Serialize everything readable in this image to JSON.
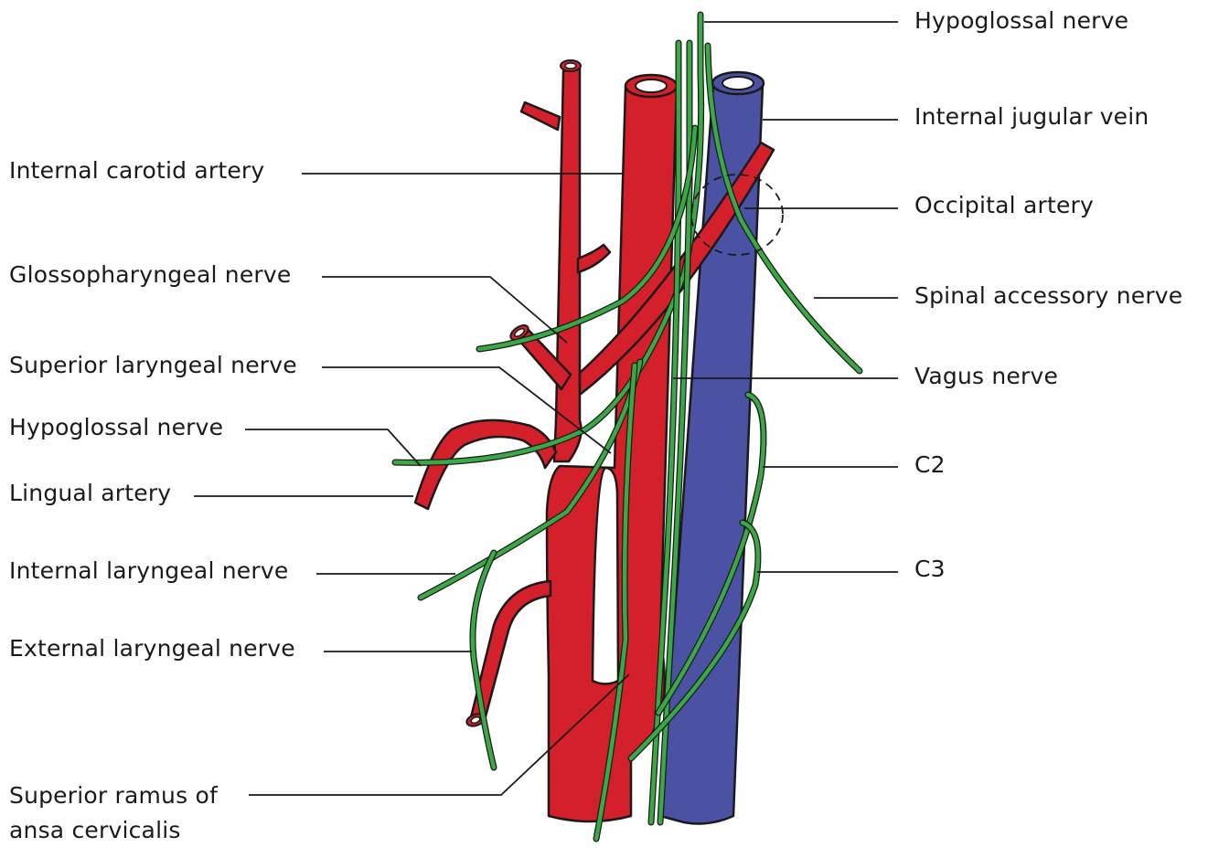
{
  "diagram": {
    "colors": {
      "artery": "#d4202a",
      "vein": "#4b52a3",
      "nerve": "#39a845",
      "outline": "#1a1a1a",
      "leader": "#1a1a1a"
    },
    "labels_left": {
      "internal_carotid_artery": "Internal carotid artery",
      "glossopharyngeal_nerve": "Glossopharyngeal nerve",
      "superior_laryngeal_nerve": "Superior laryngeal nerve",
      "hypoglossal_nerve": "Hypoglossal nerve",
      "lingual_artery": "Lingual artery",
      "internal_laryngeal_nerve": "Internal laryngeal nerve",
      "external_laryngeal_nerve": "External laryngeal nerve",
      "superior_ramus_ansa_cervicalis": "Superior ramus of\nansa cervicalis"
    },
    "labels_right": {
      "hypoglossal_nerve": "Hypoglossal nerve",
      "internal_jugular_vein": "Internal jugular vein",
      "occipital_artery": "Occipital artery",
      "spinal_accessory_nerve": "Spinal accessory nerve",
      "vagus_nerve": "Vagus nerve",
      "c2": "C2",
      "c3": "C3"
    }
  }
}
